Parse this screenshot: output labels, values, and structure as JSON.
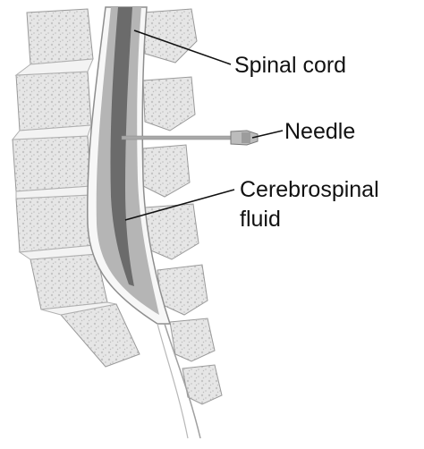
{
  "labels": {
    "spinal_cord": "Spinal cord",
    "needle": "Needle",
    "csf_line1": "Cerebrospinal",
    "csf_line2": "fluid"
  },
  "colors": {
    "bone": "#e6e6e6",
    "bone_texture": "#c4c4c4",
    "disc": "#f3f3f3",
    "outline": "#9a9a9a",
    "cord": "#6b6b6b",
    "csf": "#b5b5b5",
    "needle": "#a8a8a8",
    "leader_line": "#111111",
    "text": "#111111"
  }
}
